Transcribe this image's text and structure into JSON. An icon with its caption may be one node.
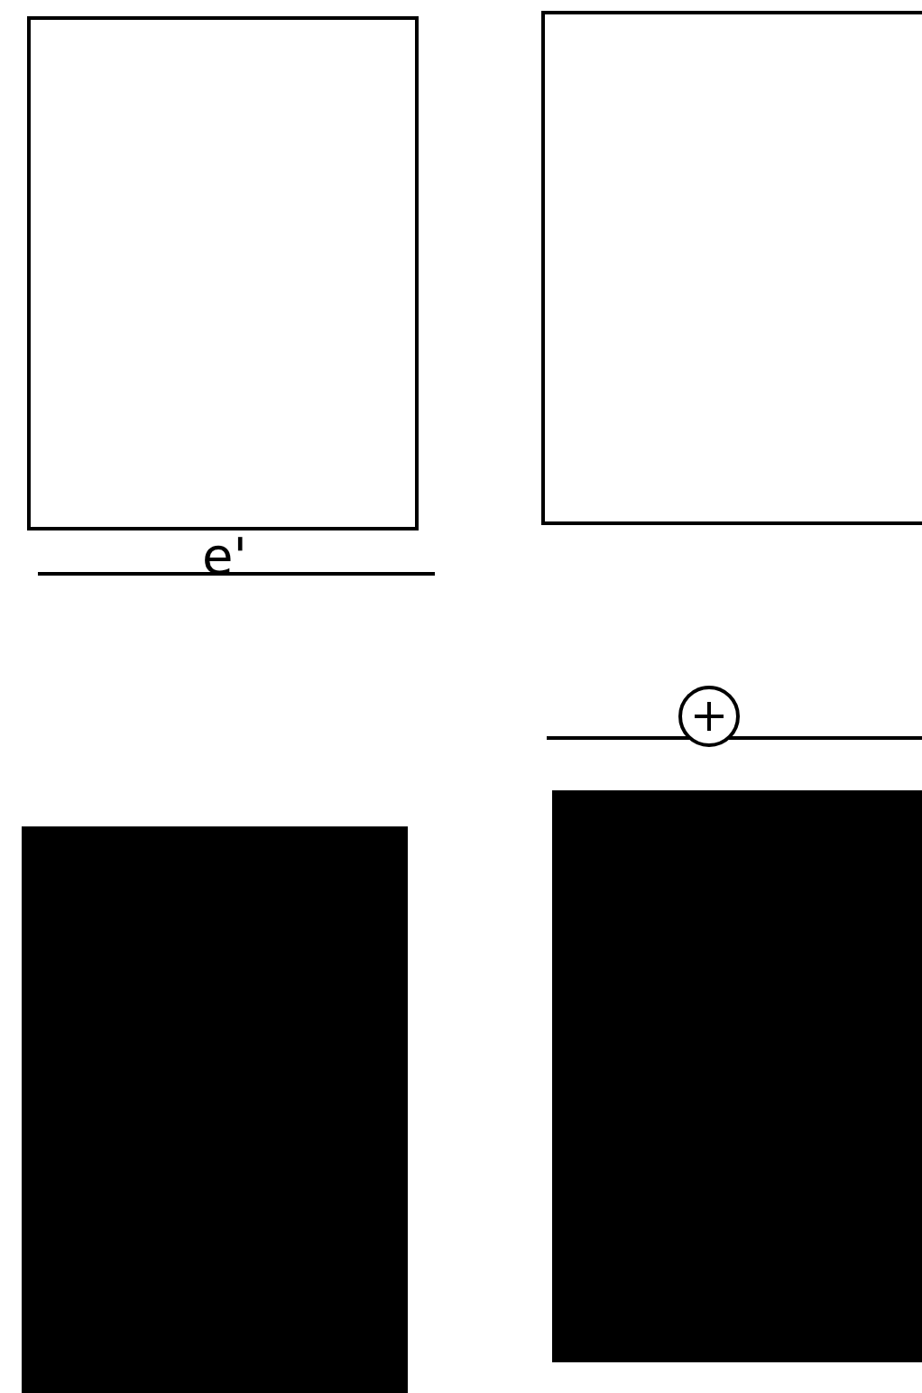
{
  "diagram": {
    "nodes": [
      {
        "text": [],
        "shape": "box"
      },
      {
        "text": [],
        "shape": "box"
      },
      {
        "text": [],
        "shape": "box"
      },
      {
        "text": [],
        "shape": "box"
      }
    ],
    "labels": [
      "e'"
    ]
  }
}
